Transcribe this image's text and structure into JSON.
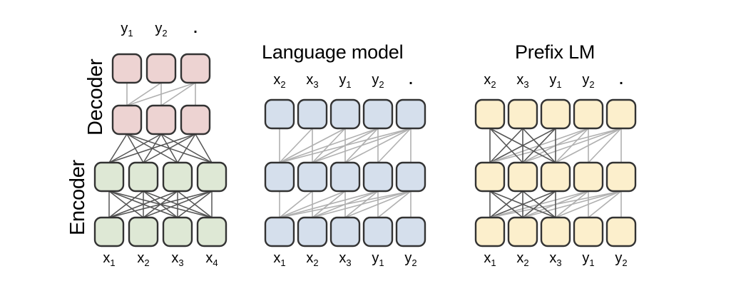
{
  "diagram": {
    "title_absent": true,
    "colors": {
      "encoder_fill": "#DEE8D5",
      "decoder_fill": "#EDD3D2",
      "lm_fill": "#D5DFEC",
      "prefix_fill": "#FCEFCC",
      "box_stroke": "#333333",
      "edge_dark": "#555555",
      "edge_light": "#B0B0B0",
      "background": "#FFFFFF"
    }
  },
  "panels": [
    {
      "id": "encoder-decoder",
      "title": "",
      "side_labels": [
        {
          "id": "decoder-label",
          "text": "Decoder"
        },
        {
          "id": "encoder-label",
          "text": "Encoder"
        }
      ],
      "top_tokens": [
        {
          "base": "y",
          "sub": "1"
        },
        {
          "base": "y",
          "sub": "2"
        },
        {
          "base": ".",
          "sub": ""
        }
      ],
      "bottom_tokens": [
        {
          "base": "x",
          "sub": "1"
        },
        {
          "base": "x",
          "sub": "2"
        },
        {
          "base": "x",
          "sub": "3"
        },
        {
          "base": "x",
          "sub": "4"
        }
      ],
      "blocks": [
        {
          "name": "decoder-top-row",
          "count": 3,
          "fill_ref": "decoder_fill"
        },
        {
          "name": "decoder-bottom-row",
          "count": 3,
          "fill_ref": "decoder_fill"
        },
        {
          "name": "encoder-top-row",
          "count": 4,
          "fill_ref": "encoder_fill"
        },
        {
          "name": "encoder-bottom-row",
          "count": 4,
          "fill_ref": "encoder_fill"
        }
      ],
      "attention": {
        "encoder": "fully-visible-bidirectional",
        "decoder": "causal",
        "cross": "full"
      }
    },
    {
      "id": "language-model",
      "title": "Language model",
      "side_labels": [],
      "top_tokens": [
        {
          "base": "x",
          "sub": "2"
        },
        {
          "base": "x",
          "sub": "3"
        },
        {
          "base": "y",
          "sub": "1"
        },
        {
          "base": "y",
          "sub": "2"
        },
        {
          "base": ".",
          "sub": ""
        }
      ],
      "bottom_tokens": [
        {
          "base": "x",
          "sub": "1"
        },
        {
          "base": "x",
          "sub": "2"
        },
        {
          "base": "x",
          "sub": "3"
        },
        {
          "base": "y",
          "sub": "1"
        },
        {
          "base": "y",
          "sub": "2"
        }
      ],
      "blocks": [
        {
          "name": "lm-top-row",
          "count": 5,
          "fill_ref": "lm_fill"
        },
        {
          "name": "lm-middle-row",
          "count": 5,
          "fill_ref": "lm_fill"
        },
        {
          "name": "lm-bottom-row",
          "count": 5,
          "fill_ref": "lm_fill"
        }
      ],
      "attention": {
        "all": "causal"
      }
    },
    {
      "id": "prefix-lm",
      "title": "Prefix LM",
      "side_labels": [],
      "top_tokens": [
        {
          "base": "x",
          "sub": "2"
        },
        {
          "base": "x",
          "sub": "3"
        },
        {
          "base": "y",
          "sub": "1"
        },
        {
          "base": "y",
          "sub": "2"
        },
        {
          "base": ".",
          "sub": ""
        }
      ],
      "bottom_tokens": [
        {
          "base": "x",
          "sub": "1"
        },
        {
          "base": "x",
          "sub": "2"
        },
        {
          "base": "x",
          "sub": "3"
        },
        {
          "base": "y",
          "sub": "1"
        },
        {
          "base": "y",
          "sub": "2"
        }
      ],
      "blocks": [
        {
          "name": "prefix-top-row",
          "count": 5,
          "fill_ref": "prefix_fill"
        },
        {
          "name": "prefix-middle-row",
          "count": 5,
          "fill_ref": "prefix_fill"
        },
        {
          "name": "prefix-bottom-row",
          "count": 5,
          "fill_ref": "prefix_fill"
        }
      ],
      "attention": {
        "prefix_span": 3,
        "prefix": "bidirectional",
        "suffix": "causal"
      }
    }
  ]
}
